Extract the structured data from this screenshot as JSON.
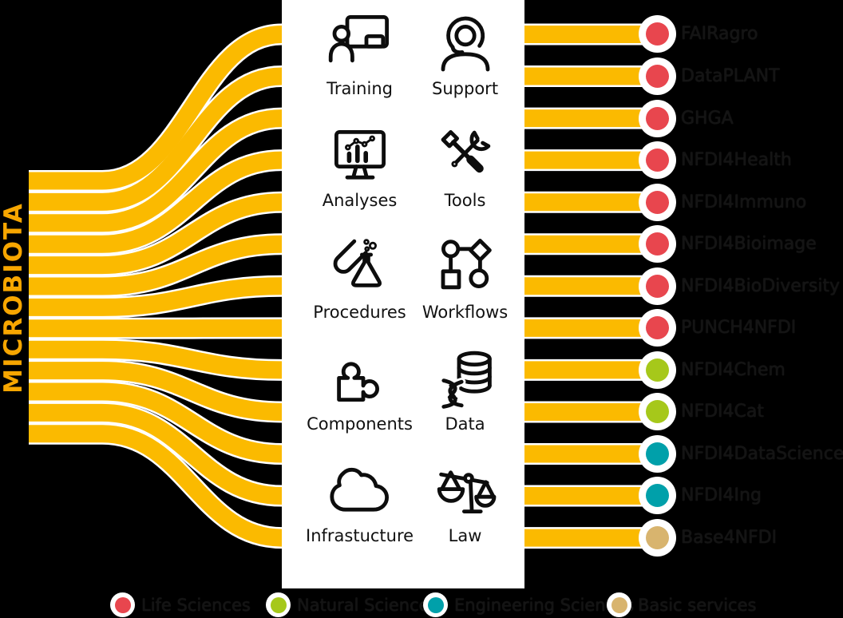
{
  "title": "MICROBIOTA",
  "colors": {
    "band": "#FBBA00",
    "band_outline": "#ffffff",
    "title": "#F7A600",
    "panel": "#ffffff",
    "background": "#000000",
    "life_sciences": "#E8464E",
    "natural_sciences": "#A6C81A",
    "engineering_sciences": "#00A0AA",
    "basic_services": "#D8B46E"
  },
  "center": {
    "services": [
      {
        "label": "Training",
        "icon": "training-icon"
      },
      {
        "label": "Support",
        "icon": "support-icon"
      },
      {
        "label": "Analyses",
        "icon": "analyses-icon"
      },
      {
        "label": "Tools",
        "icon": "tools-icon"
      },
      {
        "label": "Procedures",
        "icon": "procedures-icon"
      },
      {
        "label": "Workflows",
        "icon": "workflows-icon"
      },
      {
        "label": "Components",
        "icon": "components-icon"
      },
      {
        "label": "Data",
        "icon": "data-icon"
      },
      {
        "label": "Infrastucture",
        "icon": "infrastructure-icon"
      },
      {
        "label": "Law",
        "icon": "law-icon"
      }
    ]
  },
  "right": {
    "items": [
      {
        "label": "FAIRagro",
        "category": "Life Sciences",
        "color": "#E8464E"
      },
      {
        "label": "DataPLANT",
        "category": "Life Sciences",
        "color": "#E8464E"
      },
      {
        "label": "GHGA",
        "category": "Life Sciences",
        "color": "#E8464E"
      },
      {
        "label": "NFDI4Health",
        "category": "Life Sciences",
        "color": "#E8464E"
      },
      {
        "label": "NFDI4Immuno",
        "category": "Life Sciences",
        "color": "#E8464E"
      },
      {
        "label": "NFDI4Bioimage",
        "category": "Life Sciences",
        "color": "#E8464E"
      },
      {
        "label": "NFDI4BioDiversity",
        "category": "Life Sciences",
        "color": "#E8464E"
      },
      {
        "label": "PUNCH4NFDI",
        "category": "Life Sciences",
        "color": "#E8464E"
      },
      {
        "label": "NFDI4Chem",
        "category": "Natural Sciences",
        "color": "#A6C81A"
      },
      {
        "label": "NFDI4Cat",
        "category": "Natural Sciences",
        "color": "#A6C81A"
      },
      {
        "label": "NFDI4DataScience",
        "category": "Engineering Sciences",
        "color": "#00A0AA"
      },
      {
        "label": "NFDI4Ing",
        "category": "Engineering Sciences",
        "color": "#00A0AA"
      },
      {
        "label": "Base4NFDI",
        "category": "Basic services",
        "color": "#D8B46E"
      }
    ]
  },
  "legend": {
    "items": [
      {
        "label": "Life Sciences",
        "color": "#E8464E"
      },
      {
        "label": "Natural Sciences",
        "color": "#A6C81A"
      },
      {
        "label": "Engineering Sciences",
        "color": "#00A0AA"
      },
      {
        "label": "Basic services",
        "color": "#D8B46E"
      }
    ]
  }
}
